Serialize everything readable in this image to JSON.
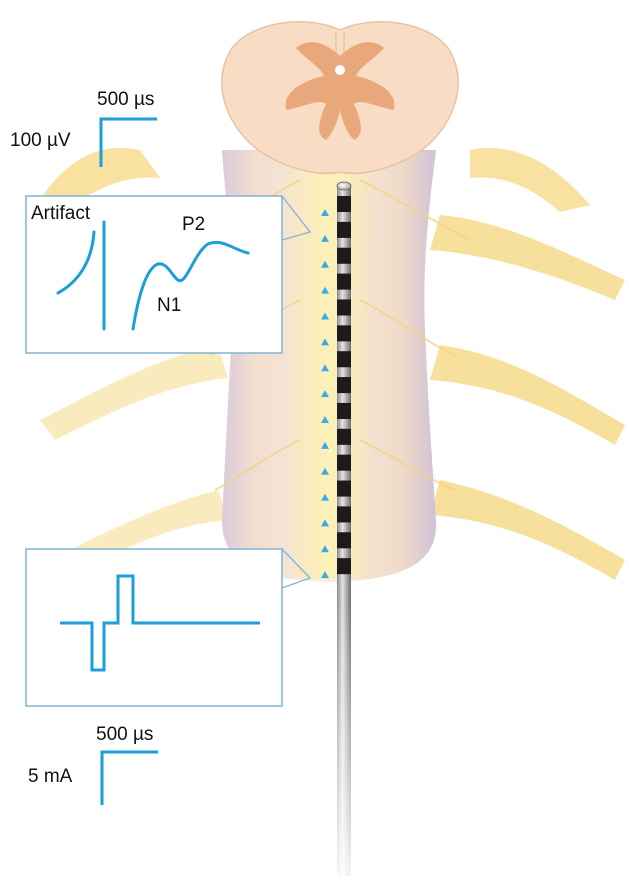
{
  "colors": {
    "trace": "#1a9fd8",
    "marker": "#3fa9e6",
    "spinal_cord_outer": "#f8dcc4",
    "gray_matter": "#e9a87c",
    "nerve_root": "#f6da8a",
    "column": "#f3e4d6",
    "panel_border": "#7fb4d6"
  },
  "top_scale": {
    "time_label": "500 µs",
    "amplitude_label": "100 µV"
  },
  "recording_panel": {
    "artifact_label": "Artifact",
    "p2_label": "P2",
    "n1_label": "N1"
  },
  "bottom_scale": {
    "time_label": "500 µs",
    "amplitude_label": "5 mA"
  },
  "electrode": {
    "contact_count": 15
  }
}
